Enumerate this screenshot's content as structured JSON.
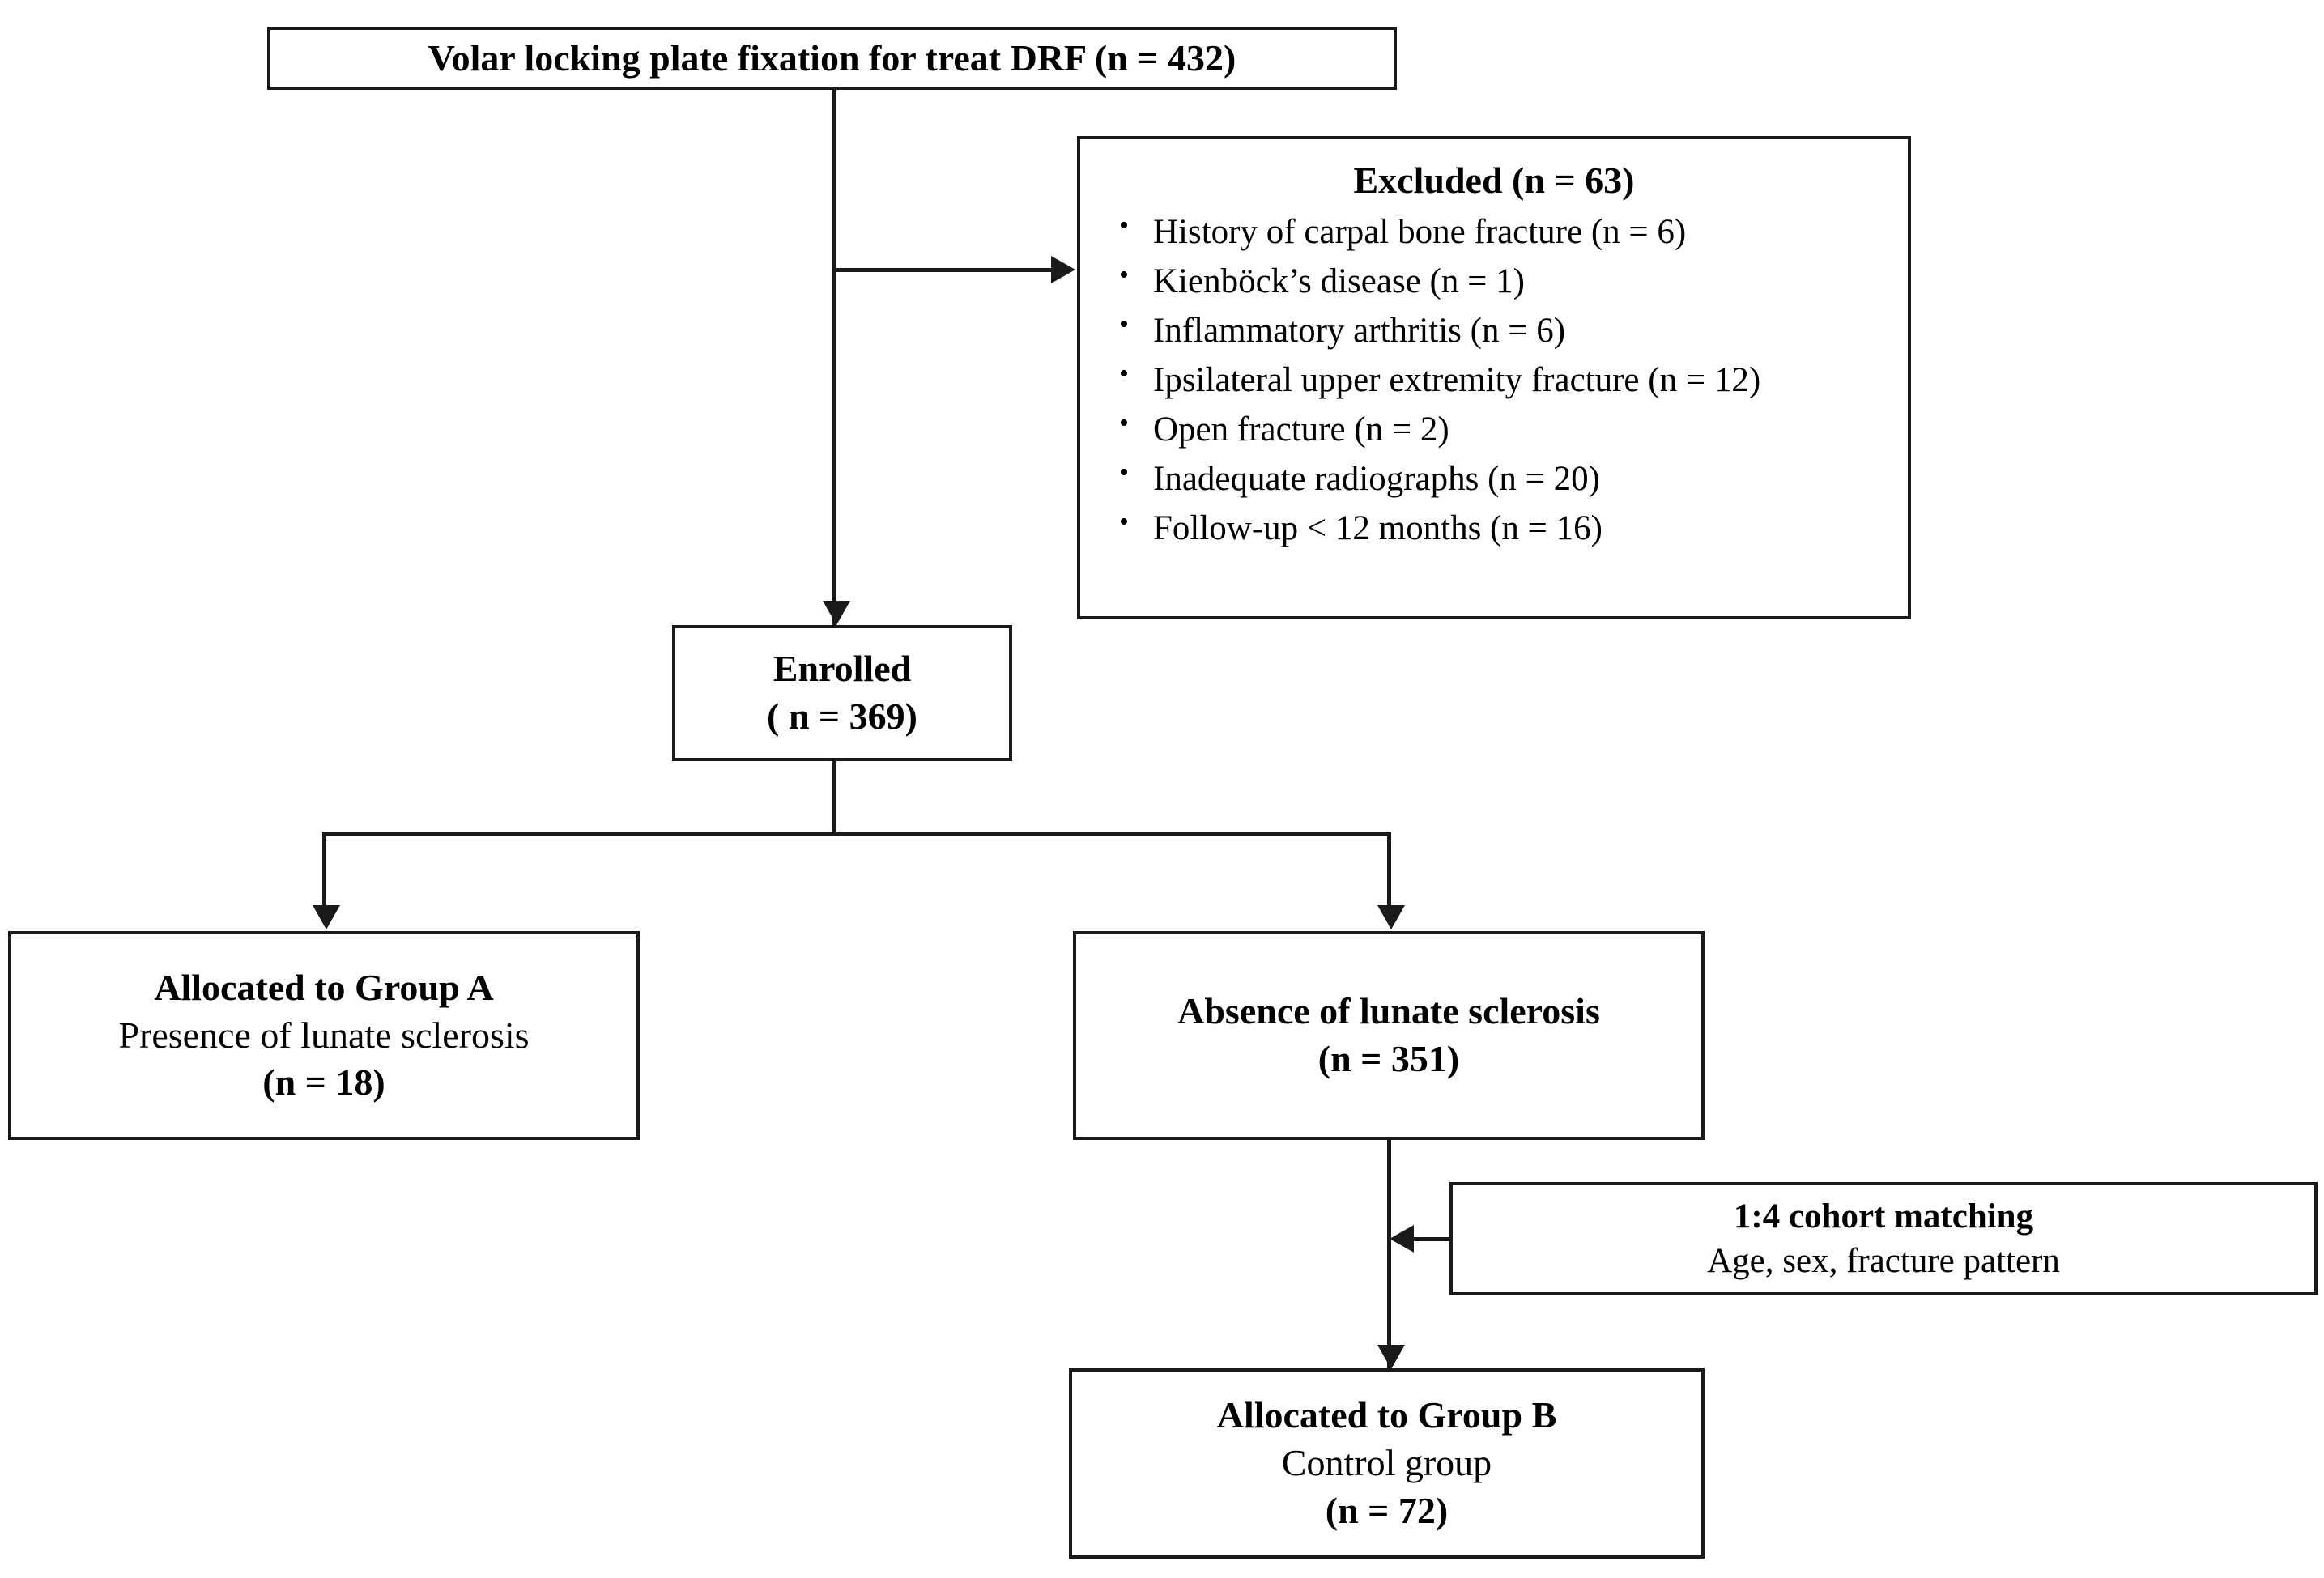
{
  "diagram": {
    "type": "flowchart",
    "title": "Patient enrollment and allocation flow diagram",
    "colors": {
      "stroke": "#1a1a1a",
      "background": "#ffffff",
      "text": "#000000"
    },
    "nodes": {
      "source": {
        "label": "Volar locking plate fixation for treat DRF (n = 432)",
        "n": 432
      },
      "excluded": {
        "title": "Excluded (n = 63)",
        "n": 63,
        "reasons": [
          {
            "label": "History of carpal bone fracture (n = 6)",
            "n": 6
          },
          {
            "label": "Kienböck’s disease (n = 1)",
            "n": 1
          },
          {
            "label": "Inflammatory arthritis (n = 6)",
            "n": 6
          },
          {
            "label": "Ipsilateral upper extremity fracture (n = 12)",
            "n": 12
          },
          {
            "label": "Open fracture (n = 2)",
            "n": 2
          },
          {
            "label": "Inadequate radiographs (n = 20)",
            "n": 20
          },
          {
            "label": "Follow-up < 12 months (n = 16)",
            "n": 16
          }
        ]
      },
      "enrolled": {
        "line1": "Enrolled",
        "line2": "( n = 369)",
        "n": 369
      },
      "group_a": {
        "line1": "Allocated to Group A",
        "line2": "Presence of lunate sclerosis",
        "line3": "(n = 18)",
        "n": 18
      },
      "absence": {
        "line1": "Absence of lunate sclerosis",
        "line2": "(n = 351)",
        "n": 351
      },
      "cohort_matching": {
        "line1": "1:4 cohort matching",
        "line2": "Age, sex, fracture pattern"
      },
      "group_b": {
        "line1": "Allocated to Group B",
        "line2": "Control group",
        "line3": "(n = 72)",
        "n": 72
      }
    }
  }
}
